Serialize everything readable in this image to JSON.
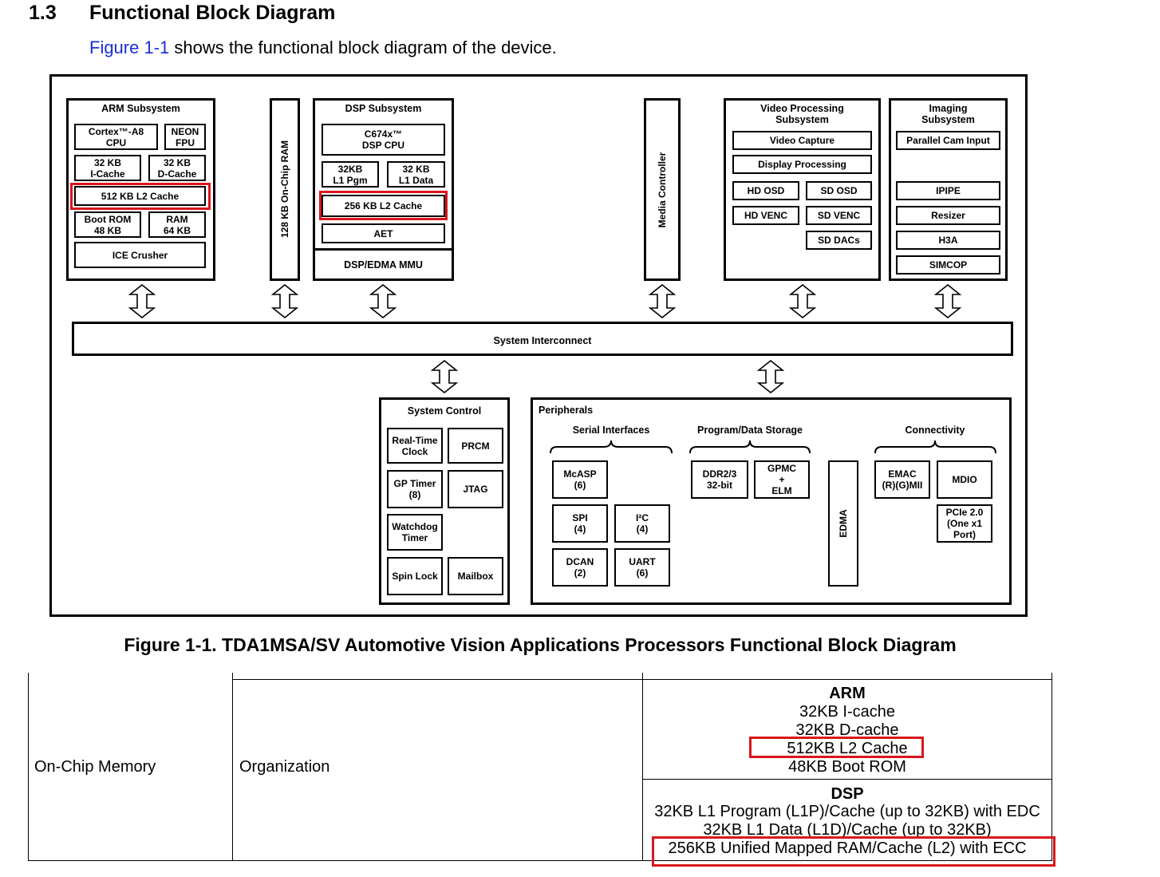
{
  "section": {
    "number": "1.3",
    "title": "Functional Block Diagram",
    "intro_link": "Figure 1-1",
    "intro_text": " shows the functional block diagram of the device."
  },
  "diagram": {
    "arm": {
      "title": "ARM Subsystem",
      "cortex": "Cortex™-A8\nCPU",
      "neon": "NEON\nFPU",
      "icache": "32 KB\nI-Cache",
      "dcache": "32 KB\nD-Cache",
      "l2": "512 KB L2 Cache",
      "bootrom": "Boot ROM\n48 KB",
      "ram": "RAM\n64 KB",
      "ice": "ICE Crusher"
    },
    "onchip_ram": "128 KB On-Chip RAM",
    "dsp": {
      "title": "DSP Subsystem",
      "cpu": "C674x™\nDSP CPU",
      "l1pgm": "32KB\nL1 Pgm",
      "l1data": "32 KB\nL1 Data",
      "l2": "256 KB L2 Cache",
      "aet": "AET",
      "mmu": "DSP/EDMA MMU"
    },
    "media_controller": "Media Controller",
    "video": {
      "title": "Video  Processing\nSubsystem",
      "capture": "Video Capture",
      "display": "Display Processing",
      "hd_osd": "HD OSD",
      "sd_osd": "SD OSD",
      "hd_venc": "HD VENC",
      "sd_venc": "SD VENC",
      "sd_dacs": "SD DACs"
    },
    "imaging": {
      "title": "Imaging\nSubsystem",
      "cam": "Parallel Cam Input",
      "ipipe": "IPIPE",
      "resizer": "Resizer",
      "h3a": "H3A",
      "simcop": "SIMCOP"
    },
    "interconnect": "System Interconnect",
    "system_control": {
      "title": "System Control",
      "rtc": "Real-Time\nClock",
      "prcm": "PRCM",
      "gptimer": "GP Timer\n(8)",
      "jtag": "JTAG",
      "watchdog": "Watchdog\nTimer",
      "spinlock": "Spin Lock",
      "mailbox": "Mailbox"
    },
    "peripherals": {
      "title": "Peripherals",
      "serial_title": "Serial Interfaces",
      "storage_title": "Program/Data Storage",
      "connectivity_title": "Connectivity",
      "mcasp": "McASP\n(6)",
      "spi": "SPI\n(4)",
      "i2c": "I²C\n(4)",
      "dcan": "DCAN\n(2)",
      "uart": "UART\n(6)",
      "ddr": "DDR2/3\n32-bit",
      "gpmc": "GPMC\n+\nELM",
      "edma": "EDMA",
      "emac": "EMAC\n(R)(G)MII",
      "mdio": "MDIO",
      "pcie": "PCIe 2.0\n(One x1\nPort)"
    }
  },
  "caption": "Figure 1-1. TDA1MSA/SV Automotive Vision Applications Processors Functional Block Diagram",
  "table": {
    "row_label": "On-Chip Memory",
    "sub_label": "Organization",
    "arm": {
      "heading": "ARM",
      "lines": [
        "32KB I-cache",
        "32KB D-cache",
        "512KB L2 Cache",
        "48KB Boot ROM"
      ]
    },
    "dsp": {
      "heading": "DSP",
      "lines": [
        "32KB L1 Program (L1P)/Cache (up to 32KB) with EDC",
        "32KB L1 Data (L1D)/Cache (up to 32KB)",
        "256KB Unified Mapped RAM/Cache (L2) with ECC"
      ]
    },
    "highlight_color": "#d9161c"
  }
}
